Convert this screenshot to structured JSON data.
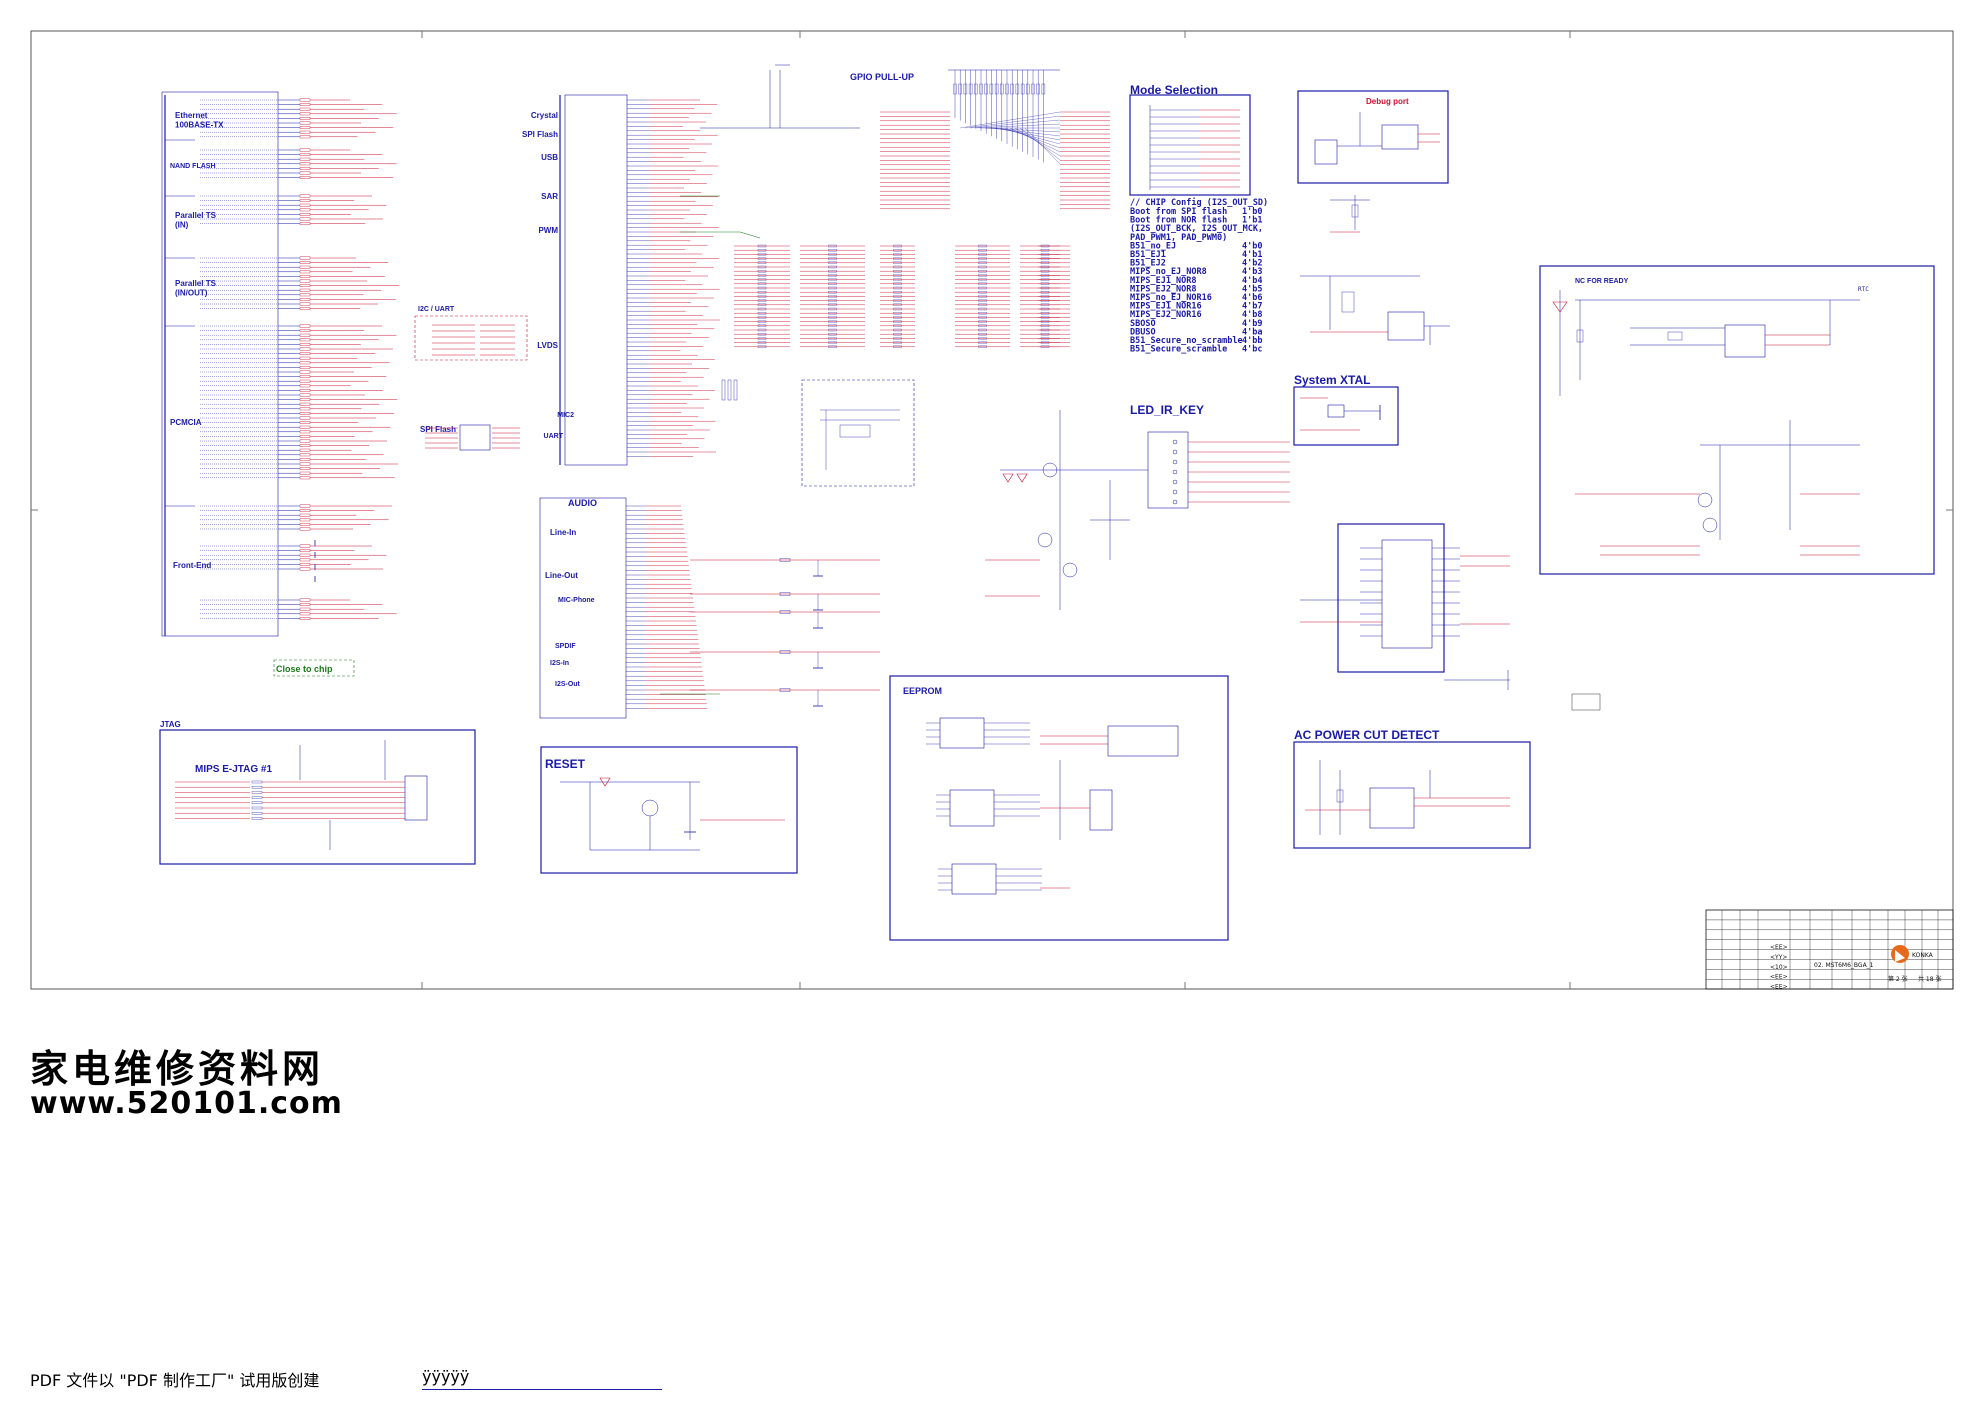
{
  "blocks": {
    "ethernet": "Ethernet\n100BASE-TX",
    "nand_flash": "NAND FLASH",
    "parallel_ts_in": "Parallel TS\n(IN)",
    "parallel_ts_inout": "Parallel TS\n(IN/OUT)",
    "pcmcia": "PCMCIA",
    "front_end": "Front-End",
    "close_to_chip": "Close to chip",
    "i2c_uart": "I2C / UART",
    "spi_flash_left": "SPI Flash",
    "crystal": "Crystal",
    "spi_flash": "SPI Flash",
    "usb": "USB",
    "sar": "SAR",
    "pwm": "PWM",
    "lvds": "LVDS",
    "mic2": "MIC2",
    "uart": "UART",
    "audio": "AUDIO",
    "line_in": "Line-In",
    "line_out": "Line-Out",
    "mic_phone": "MIC-Phone",
    "spdif": "SPDIF",
    "i2s_in": "I2S-In",
    "i2s_out": "I2S-Out",
    "gpio_pullup": "GPIO PULL-UP",
    "mode_selection": "Mode Selection",
    "debug_port": "Debug port",
    "system_xtal": "System XTAL",
    "led_ir_key": "LED_IR_KEY",
    "nc_for_ready": "NC FOR READY",
    "rtc": "RTC",
    "ac_power_cut": "AC POWER CUT DETECT",
    "eeprom": "EEPROM",
    "jtag": "JTAG",
    "mips_ejtag": "MIPS E-JTAG #1",
    "reset": "RESET"
  },
  "boot_config": {
    "header": "// CHIP Config  (I2S_OUT_SD)",
    "rows": [
      {
        "label": "Boot from SPI flash",
        "value": "1'b0"
      },
      {
        "label": "Boot from NOR flash",
        "value": "1'b1"
      },
      {
        "label": "(I2S_OUT_BCK, I2S_OUT_MCK,",
        "value": ""
      },
      {
        "label": "PAD_PWM1, PAD_PWM0)",
        "value": ""
      },
      {
        "label": "B51_no_EJ",
        "value": "4'b0"
      },
      {
        "label": "B51_EJ1",
        "value": "4'b1"
      },
      {
        "label": "B51_EJ2",
        "value": "4'b2"
      },
      {
        "label": "MIPS_no_EJ_NOR8",
        "value": "4'b3"
      },
      {
        "label": "MIPS_EJ1_NOR8",
        "value": "4'b4"
      },
      {
        "label": "MIPS_EJ2_NOR8",
        "value": "4'b5"
      },
      {
        "label": "MIPS_no_EJ_NOR16",
        "value": "4'b6"
      },
      {
        "label": "MIPS_EJ1_NOR16",
        "value": "4'b7"
      },
      {
        "label": "MIPS_EJ2_NOR16",
        "value": "4'b8"
      },
      {
        "label": "SBOSO",
        "value": "4'b9"
      },
      {
        "label": "DBUSO",
        "value": "4'ba"
      },
      {
        "label": "B51_Secure_no_scramble",
        "value": "4'bb"
      },
      {
        "label": "B51_Secure_scramble",
        "value": "4'bc"
      }
    ]
  },
  "title_block": {
    "drawing_name": "02. MST6M6_BGA_1",
    "company": "KONKA",
    "sheet": "第 2 张",
    "total": "共 18 张",
    "rows": [
      "<EE>",
      "<YY>",
      "<10>",
      "<EE>",
      "<EE>"
    ]
  },
  "watermark": {
    "cn": "家电维修资料网",
    "url": "www.520101.com"
  },
  "footer": {
    "pdf_note": "PDF 文件以 \"PDF 制作工厂\" 试用版创建",
    "pdf_tag": "ÿÿÿÿÿ"
  },
  "colors": {
    "blue": "#1a1aa8",
    "red": "#c8102e",
    "green": "#1a7a1a",
    "frame": "#555555"
  }
}
